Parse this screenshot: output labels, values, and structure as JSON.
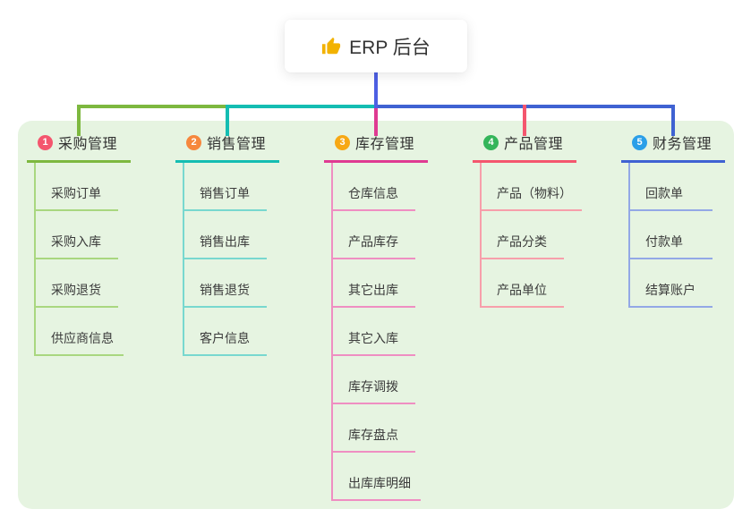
{
  "root": {
    "icon": "thumbs-up-icon",
    "label": "ERP 后台"
  },
  "branches": [
    {
      "num": "1",
      "title": "采购管理",
      "badge_color": "#f4566e",
      "line_color": "#7db83f",
      "light_color": "#a9d77f",
      "children": [
        "采购订单",
        "采购入库",
        "采购退货",
        "供应商信息"
      ]
    },
    {
      "num": "2",
      "title": "销售管理",
      "badge_color": "#f6873d",
      "line_color": "#14bdb2",
      "light_color": "#78d8cf",
      "children": [
        "销售订单",
        "销售出库",
        "销售退货",
        "客户信息"
      ]
    },
    {
      "num": "3",
      "title": "库存管理",
      "badge_color": "#f7a814",
      "line_color": "#df3a92",
      "light_color": "#ef8ec2",
      "children": [
        "仓库信息",
        "产品库存",
        "其它出库",
        "其它入库",
        "库存调拨",
        "库存盘点",
        "出库库明细"
      ]
    },
    {
      "num": "4",
      "title": "产品管理",
      "badge_color": "#34b55a",
      "line_color": "#f4566e",
      "light_color": "#f79fab",
      "children": [
        "产品（物料）",
        "产品分类",
        "产品单位"
      ]
    },
    {
      "num": "5",
      "title": "财务管理",
      "badge_color": "#2b9fe8",
      "line_color": "#3f62d2",
      "light_color": "#93a8e6",
      "children": [
        "回款单",
        "付款单",
        "结算账户"
      ]
    }
  ],
  "colors": {
    "panel_bg": "#e6f4e1",
    "root_stem": "#4d5fe3",
    "thumb_icon": "#f2b200",
    "root_text": "#333333"
  }
}
